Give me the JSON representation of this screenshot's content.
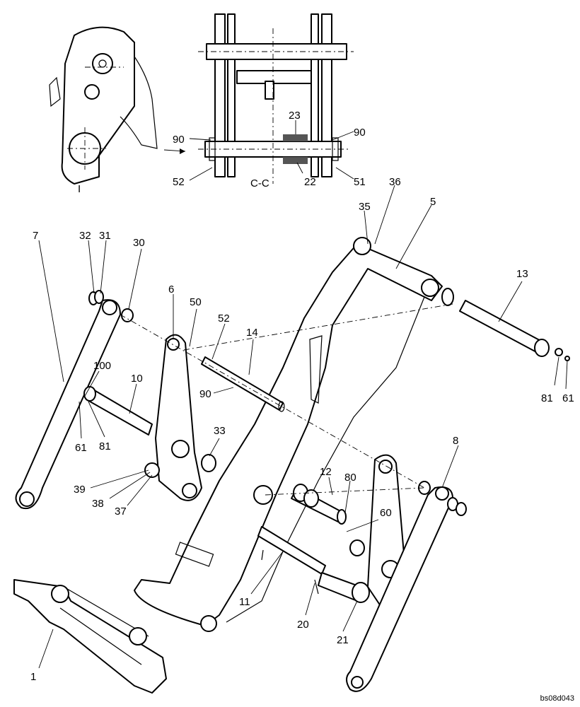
{
  "section_label": "C-C",
  "reference": "bs08d043",
  "callouts": [
    {
      "id": "c90a",
      "text": "90"
    },
    {
      "id": "c23",
      "text": "23"
    },
    {
      "id": "c90b",
      "text": "90"
    },
    {
      "id": "c52a",
      "text": "52"
    },
    {
      "id": "c22",
      "text": "22"
    },
    {
      "id": "c51",
      "text": "51"
    },
    {
      "id": "c36",
      "text": "36"
    },
    {
      "id": "c35",
      "text": "35"
    },
    {
      "id": "c5",
      "text": "5"
    },
    {
      "id": "c13",
      "text": "13"
    },
    {
      "id": "c81a",
      "text": "81"
    },
    {
      "id": "c61a",
      "text": "61"
    },
    {
      "id": "c7",
      "text": "7"
    },
    {
      "id": "c32",
      "text": "32"
    },
    {
      "id": "c31",
      "text": "31"
    },
    {
      "id": "c30",
      "text": "30"
    },
    {
      "id": "c6",
      "text": "6"
    },
    {
      "id": "c50",
      "text": "50"
    },
    {
      "id": "c52b",
      "text": "52"
    },
    {
      "id": "c14",
      "text": "14"
    },
    {
      "id": "c100",
      "text": "100"
    },
    {
      "id": "c10",
      "text": "10"
    },
    {
      "id": "c90c",
      "text": "90"
    },
    {
      "id": "c61b",
      "text": "61"
    },
    {
      "id": "c81b",
      "text": "81"
    },
    {
      "id": "c33",
      "text": "33"
    },
    {
      "id": "c8",
      "text": "8"
    },
    {
      "id": "c12",
      "text": "12"
    },
    {
      "id": "c80",
      "text": "80"
    },
    {
      "id": "c60",
      "text": "60"
    },
    {
      "id": "c39",
      "text": "39"
    },
    {
      "id": "c38",
      "text": "38"
    },
    {
      "id": "c37",
      "text": "37"
    },
    {
      "id": "c11",
      "text": "11"
    },
    {
      "id": "c20",
      "text": "20"
    },
    {
      "id": "c21",
      "text": "21"
    },
    {
      "id": "c1",
      "text": "1"
    },
    {
      "id": "cI",
      "text": "I"
    }
  ]
}
